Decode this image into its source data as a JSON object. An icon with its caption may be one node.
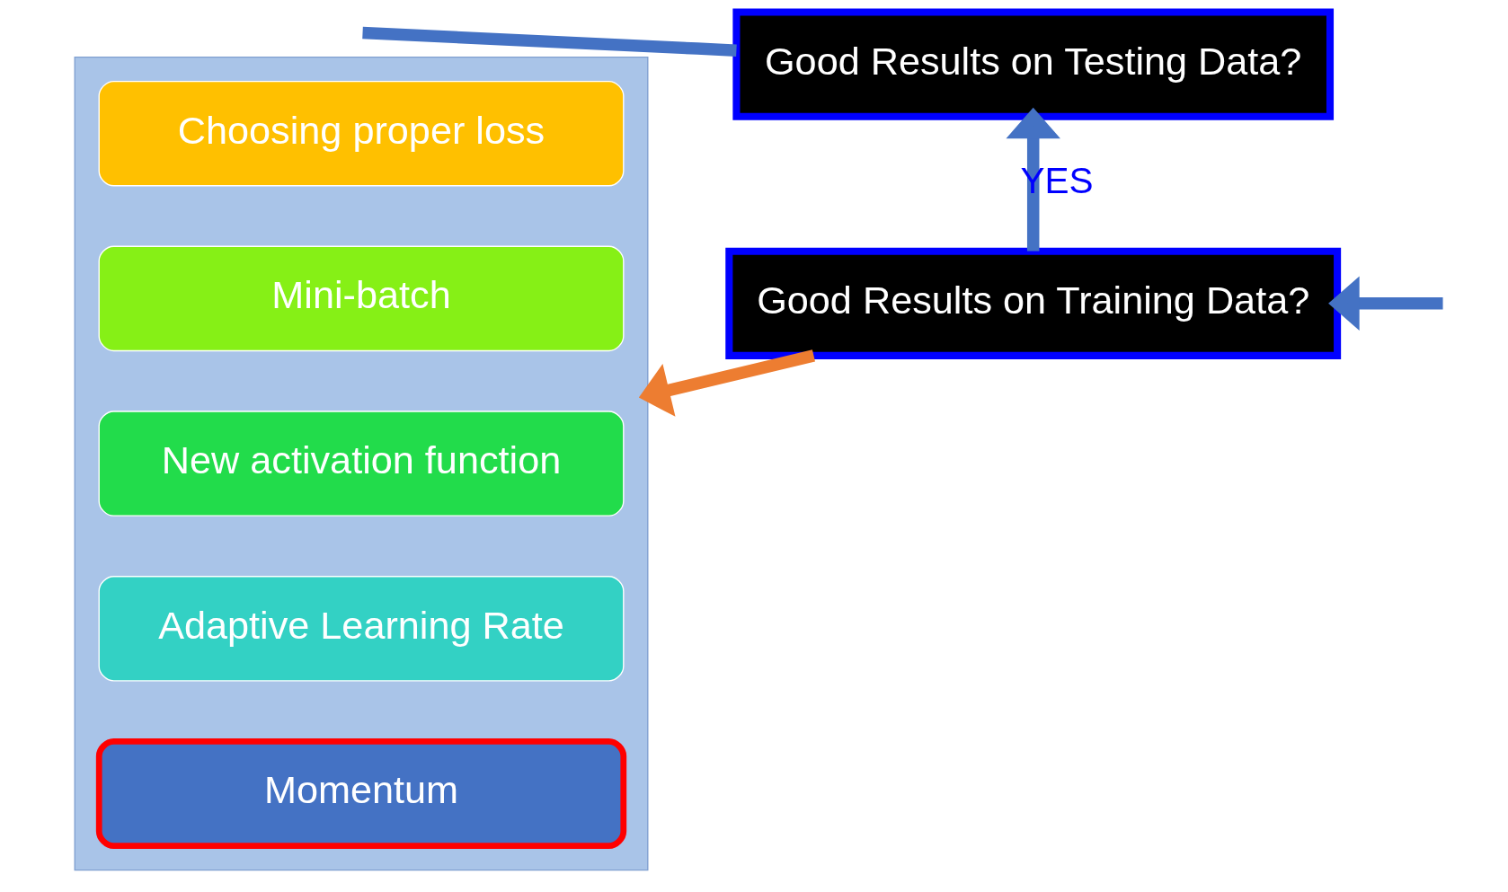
{
  "diagram": {
    "nodes": [
      {
        "text": [],
        "shape": "box"
      },
      {
        "text": [
          "Choosing proper loss"
        ],
        "in": 0
      },
      {
        "text": [
          "Mini-batch"
        ],
        "in": 0
      },
      {
        "text": [
          "New activation function"
        ],
        "in": 0
      },
      {
        "text": [
          "Adaptive Learning Rate"
        ],
        "in": 0
      },
      {
        "text": [
          "Momentum"
        ],
        "in": 0
      },
      {
        "text": [
          "Good Results on Testing Data?"
        ]
      },
      {
        "text": [
          "Good Results on Training Data?"
        ]
      }
    ],
    "edges": [
      {
        "from": null,
        "to": 7,
        "arrow": "to"
      },
      {
        "from": 7,
        "to": 6,
        "arrow": "to",
        "label": "YES"
      },
      {
        "from": 7,
        "to": 0,
        "arrow": "to",
        "color": "#ed7d31"
      },
      {
        "from": 6,
        "to": null,
        "arrow": "none"
      }
    ]
  }
}
